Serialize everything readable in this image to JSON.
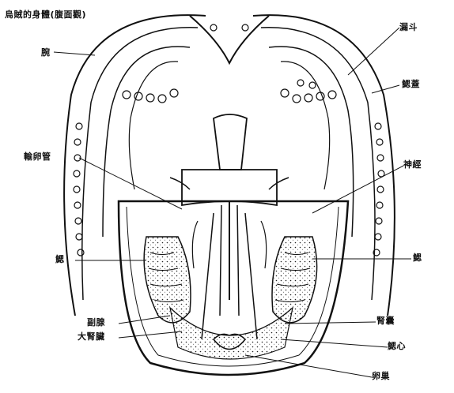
{
  "title": "烏賊的身體(腹面觀)",
  "labels": {
    "arm": "腕",
    "funnel": "漏斗",
    "gill_lobe": "鰓蓋",
    "oviduct": "輸卵管",
    "nerve": "神經",
    "gill_left": "鰓",
    "gill_right": "鰓",
    "gonad": "副腺",
    "large_gland": "大腎臟",
    "kidney": "腎囊",
    "gill_heart": "鰓心",
    "ovary": "卵巢"
  },
  "colors": {
    "ink": "#111111",
    "paper": "#ffffff"
  }
}
